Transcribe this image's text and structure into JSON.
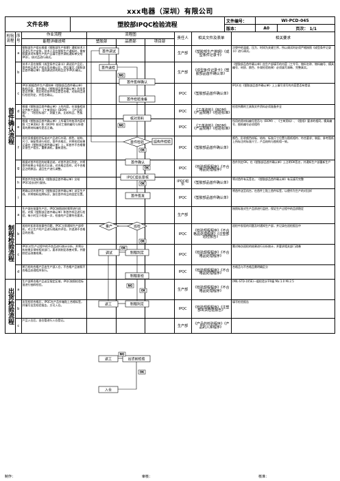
{
  "company": "xxx电器（深圳）有限公司",
  "header": {
    "file_name_label": "文件名称",
    "title": "塑胶部IPQC检验流程",
    "file_no_label": "文件编号：",
    "file_no": "WI-PCD-045",
    "version_label": "版本：",
    "version": "A0",
    "page_label": "页次：",
    "page": "1/1"
  },
  "columns": {
    "section": "检验流程",
    "seq": "序号",
    "job_desc_group": "作业流程",
    "job_desc": "能程详细说明",
    "flow_group": "流程图",
    "lane1": "塑胶部",
    "lane2": "品质部",
    "lane3": "项目部",
    "owner": "责任人",
    "forms": "相关文件及表单",
    "req": "相关要求"
  },
  "sections": [
    "首件确认流程",
    "制程检验流程",
    "出货检验流程"
  ],
  "rows": [
    {
      "seq": "a",
      "desc": "塑胶部生产组长根据《塑胶部生产排期》通知技术人员进行生产安排，技术人员在按照生产通知时，需按照要求对所需生产的产品填写首件调机通知单交给IPQC，核对品进行调试。",
      "owner": "生产部",
      "forms": "《塑胶部生产排期》《成型条件记录卡》",
      "req": "注塑中的温度、压力、时间为关键工序，所以调试时必须严格按照《成型条件记录卡》进行调试。"
    },
    {
      "seq": "b",
      "desc": "技术人员在按照《成型条件记录卡》调试好产品后，首件样品由生产组长签名确认后，然后填写《塑胶部品首件确认单》连同调试好的样品交予IPQC确认。",
      "owner": "生产部",
      "forms": "《成型条件记录卡》《塑胶部品首件确认单》",
      "req": "《塑胶部品首件确认单》由生产部填写的内容（工令号、物料名称、物料编号、模具编号、材质、颜色、外观检验结果）必须填写清晰、完整真实。"
    },
    {
      "seq": "c",
      "desc": "IPQC根据首件生产通知单《塑胶部品首件确认单》和样品后，首先确认《塑胶部品首件确认单》的信息是否完整，然后检验首件样品是否合格，对照样品进行检验判定，并签名确认。",
      "owner": "IPQC",
      "forms": "《塑胶部品首件确认单》",
      "req": "IPQC在《塑胶部品首件确认单》上上填写须写的内容是否有错误"
    },
    {
      "seq": "d",
      "desc": "根据《塑胶部品首件确认单》上的内容，在准备相关文件和工具如：《工单资料》《BOM》、《产品规格》、《检验标准》、测量工具、比较样品、色板等。",
      "owner": "IPQC",
      "forms": "《工单资料》《BOM》《产品规格》《检验标准》",
      "req": "检验所需的工具和文件资料必须准备齐全"
    },
    {
      "seq": "e",
      "desc": "根据《塑胶部品首件确认单》上所填写的各项内容对照《工单资料》和《BOM》核对工模的编号与所使用的原材料编号是否正确。",
      "owner": "IPQC",
      "forms": "《工单资料》《BOM》《产品规格》《检验标准》",
      "req": "所用的原材料编号是否与《BOM》、《工单资料》、《图纸》要求的相同，模具编号、图纸编号必须相符"
    },
    {
      "seq": "f",
      "desc": "检验员根据检验标准对产品进行外观、颜色、结构、尺寸、装配等进行检验，首件合格后，并将检验结果记录在《塑胶部品首件确认单》上，如首件不合格需反馈生产组长，重新调机，重新送检。",
      "owner": "IPQC",
      "forms": "《塑胶部品首件确认单》",
      "req": "颜色、形状颜色样板、结构、标准尺寸位置与图纸相符、符合要求；装配、参考图纸上所标注的标准尺寸，产品结构与图纸相一致。"
    },
    {
      "seq": "g",
      "desc": "根据对首件检验的结果总结，对首件进行判定，并将首件结果以书面形式记录，对合格品签样，对不合格品注明原因，返回生产进行调整。",
      "owner": "IPQC",
      "forms": "《检验规程程序》《不合格品处理程序》",
      "req": "首件判定OK，在《塑胶部品首件确认单》上注明OK签名，并通知生产部重新生产"
    },
    {
      "seq": "h",
      "desc": "将首件判定结果及《塑胶部品首件确认单》交给IPQC组长进行复核。",
      "owner": "IPQC组长",
      "forms": "《塑胶部品首件确认单》",
      "req": "将对首件有无签名，《塑胶部品首件确认单》有无填写完整"
    },
    {
      "seq": "i",
      "desc": "将确认好的首件及《塑胶部品首件确认单》送至生产线，并将物料挂牌标识，放在首件样品的固定位置。",
      "owner": "IPQC",
      "forms": "《塑胶部品首件确认单》",
      "req": "将首件送至机台，在首件上贴上首件标签，以便作为生产的对比样"
    },
    {
      "seq": "a",
      "desc": "生产部在批量生产后，IPQC按照巡检频率进行巡检，对照《塑胶部品首件确认单》和首件样品进行检验，每小时至少检查一次，检查的产品需符合要求。",
      "owner": "生产部",
      "forms": "",
      "req": "按照标准对生产品质进行监控，保证生产过程中的品质稳定"
    },
    {
      "seq": "b",
      "desc": "巡检时如发现批量性问题，IPQC立即通知生产部停机，对已生产的产品进行隔离并评估，并追溯不合格品的处理。",
      "owner": "IPQC",
      "forms": "《检验规程程序》《不合格品处理程序》《注塑部巡检报告》",
      "req": "巡检中发现的问题及时通知生产部，并记录在巡检报告中"
    },
    {
      "seq": "c",
      "desc": "IPQC对生产过程中的不良品进行统计分析，并将分析结果反馈给相关部门，要求其制定改善对策，并跟踪验证改善效果。",
      "owner": "IPQC",
      "forms": "《检验规程程序》《不合格品处理程序》",
      "req": "需对每次巡检的结果进行分析统计，并要求相关部门改善"
    },
    {
      "seq": "d",
      "desc": "将已检的合格产品由生产部入仓，不合格产品按照不合格品处理程序执行。",
      "owner": "IPQC",
      "forms": "《检验规程程序》《不合格品处理程序》",
      "req": "合格品与不合格品需明确区分"
    },
    {
      "seq": "a",
      "desc": "生产部将合格产品送至指定区域，IPQC按照检验标准进行抽样检验。",
      "owner": "生产部",
      "forms": "《检验规程程序》《不合格品处理程序》",
      "req": "(MIL-STD-105E)一般检验水平II级 Ma:1.0 Mi:2.5"
    },
    {
      "seq": "b",
      "desc": "出货检验合格后，IPQC在产品外箱贴上合格标签，并填写出货检验报告，方可入仓。",
      "owner": "IPQC",
      "forms": "《检验规程程序》《注塑部出货检验报告》",
      "req": "填写检验报告"
    },
    {
      "seq": "c",
      "desc": "产品入仓后，由仓管进行入仓登记。",
      "owner": "生产部",
      "forms": "《产品的检验程序》《产品的入库程序》",
      "req": ""
    }
  ],
  "flow_labels": {
    "first_adjust": "首件调试",
    "first_submit": "首件送检",
    "confirm_first": "首件签样确认",
    "prepare_tools": "首件检验准备",
    "verify_data": "核对资料",
    "first_inspect": "首件检验",
    "structure_check": "结构件检验",
    "first_confirm": "首件确认",
    "ipqc_review": "IPQC组长复核",
    "first_sign": "首件签发",
    "mass_prod": "量产",
    "patrol": "巡检",
    "adjust": "调试",
    "proc_judge": "制程判定",
    "rework": "返工",
    "proc_review": "制程复检",
    "ship_inspect": "出货前检验",
    "warehouse": "入仓",
    "ok": "OK",
    "ng": "NG"
  },
  "footer": {
    "made": "制作：",
    "check": "审核：",
    "approve": "核准："
  }
}
